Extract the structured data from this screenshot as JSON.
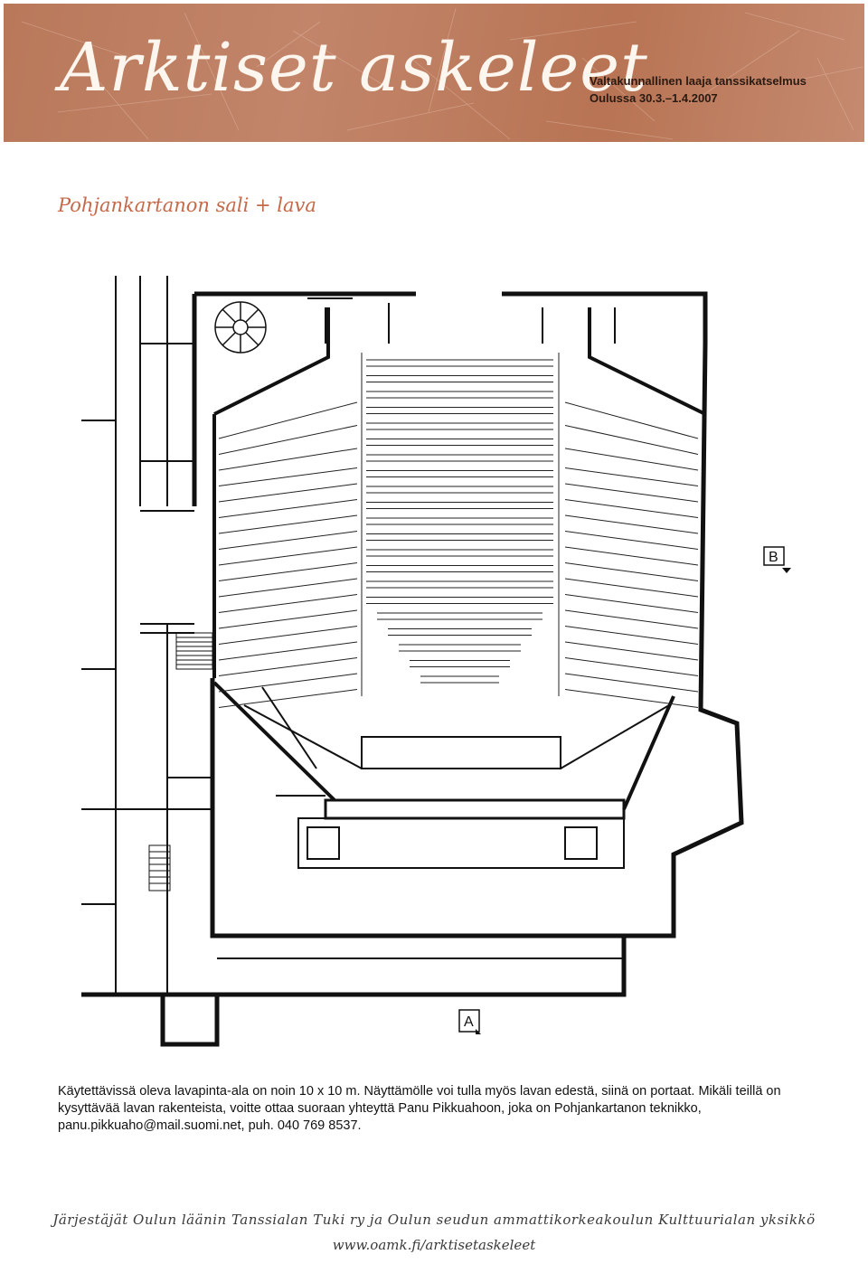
{
  "banner": {
    "title": "Arktiset askeleet",
    "subtitle_line1": "Valtakunnallinen laaja tanssikatselmus",
    "subtitle_line2": "Oulussa 30.3.–1.4.2007"
  },
  "section_heading": "Pohjankartanon sali + lava",
  "floor_plan": {
    "marker_a": "A",
    "marker_b": "B"
  },
  "body": {
    "paragraph": "Käytettävissä oleva lavapinta-ala on noin 10 x 10 m. Näyttämölle voi tulla myös lavan edestä, siinä on portaat. Mikäli teillä on kysyttävää lavan rakenteista, voitte ottaa suoraan yhteyttä Panu Pikkuahoon, joka on Pohjankartanon teknikko, panu.pikkuaho@mail.suomi.net, puh. 040 769 8537."
  },
  "footer": {
    "organizers": "Järjestäjät Oulun läänin Tanssialan Tuki ry ja Oulun seudun ammattikorkeakoulun Kulttuurialan yksikkö",
    "url": "www.oamk.fi/arktisetaskeleet"
  },
  "colors": {
    "banner": "#bc7b5d",
    "heading": "#c46a4a"
  }
}
